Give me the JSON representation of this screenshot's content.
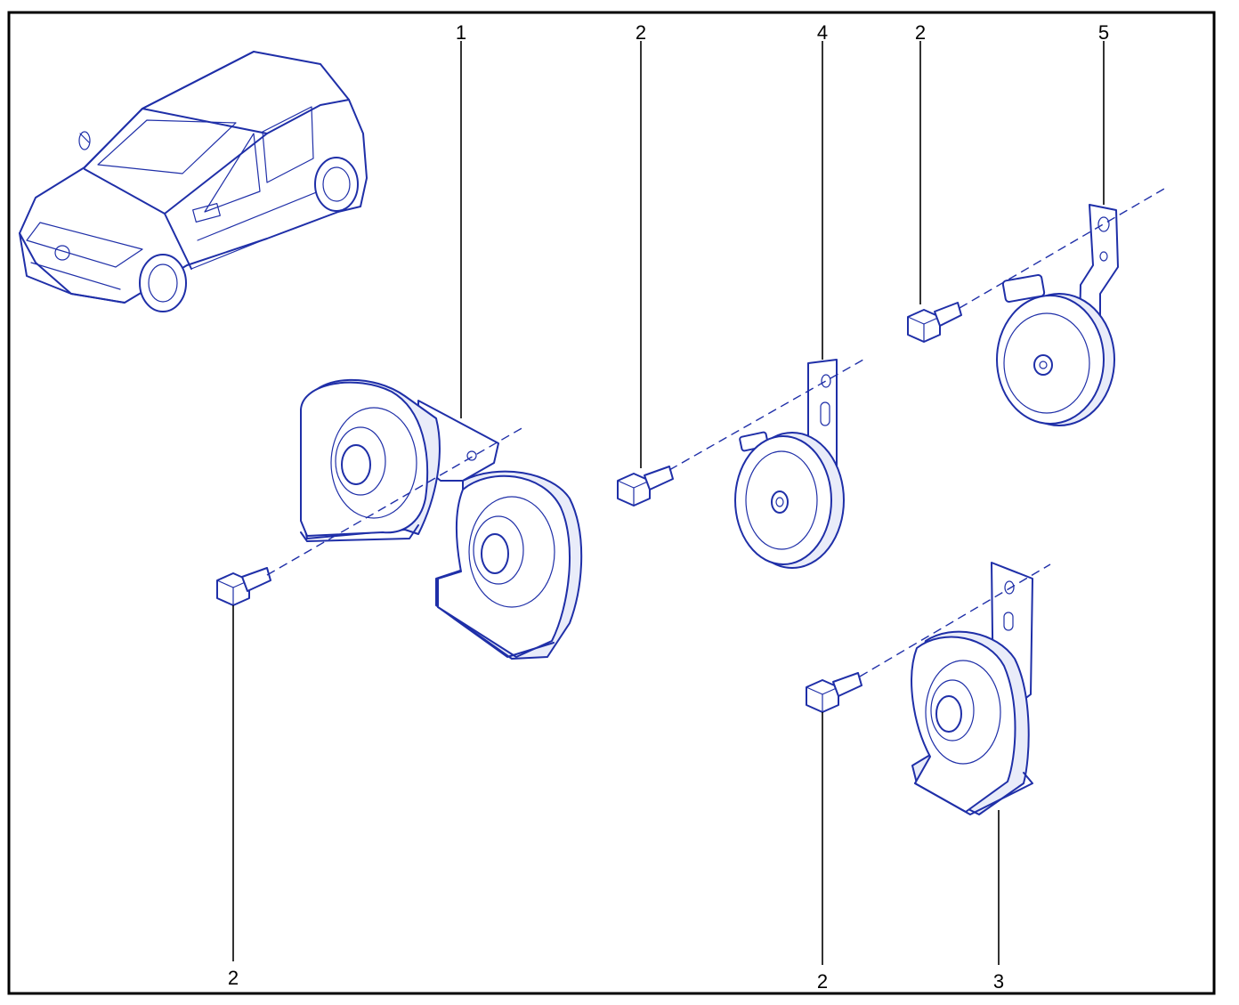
{
  "colors": {
    "ink": "#1f2fa8",
    "frame": "#000000",
    "background": "#ffffff"
  },
  "callouts": [
    {
      "id": "c1",
      "label": "1"
    },
    {
      "id": "c2a",
      "label": "2"
    },
    {
      "id": "c4",
      "label": "4"
    },
    {
      "id": "c2b",
      "label": "2"
    },
    {
      "id": "c5",
      "label": "5"
    },
    {
      "id": "c2c",
      "label": "2"
    },
    {
      "id": "c2d",
      "label": "2"
    },
    {
      "id": "c3",
      "label": "3"
    }
  ],
  "parts": {
    "vehicle": "car-illustration",
    "dual_horn": "dual-snail-horn-assembly",
    "disc_horn_small": "disc-horn-with-bracket",
    "disc_horn_large": "disc-horn-with-bracket",
    "snail_horn": "snail-horn-with-bracket",
    "bolt": "flanged-hex-bolt"
  }
}
